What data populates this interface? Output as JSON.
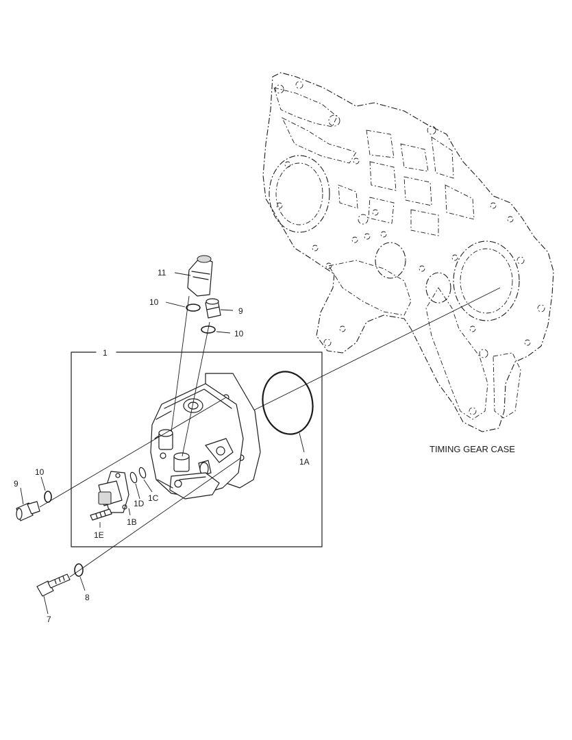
{
  "diagram": {
    "case_label": "TIMING GEAR CASE",
    "callouts": {
      "c1": "1",
      "c1A": "1A",
      "c1B": "1B",
      "c1C": "1C",
      "c1D": "1D",
      "c1E": "1E",
      "c7": "7",
      "c8": "8",
      "c9_top": "9",
      "c9_left": "9",
      "c10_top": "10",
      "c10_mid": "10",
      "c10_left": "10",
      "c11": "11"
    }
  }
}
